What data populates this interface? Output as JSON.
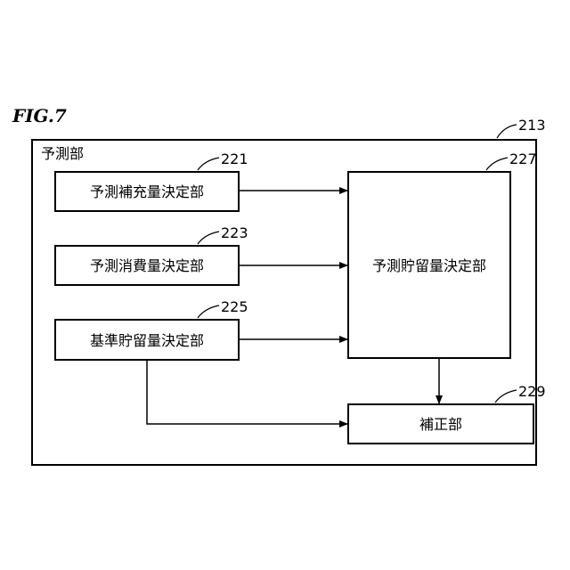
{
  "figure_label": "FIG.7",
  "outer": {
    "label": "予測部",
    "ref": "213"
  },
  "blocks": {
    "b221": {
      "label": "予測補充量決定部",
      "ref": "221"
    },
    "b223": {
      "label": "予測消費量決定部",
      "ref": "223"
    },
    "b225": {
      "label": "基準貯留量決定部",
      "ref": "225"
    },
    "b227": {
      "label": "予測貯留量決定部",
      "ref": "227"
    },
    "b229": {
      "label": "補正部",
      "ref": "229"
    }
  }
}
